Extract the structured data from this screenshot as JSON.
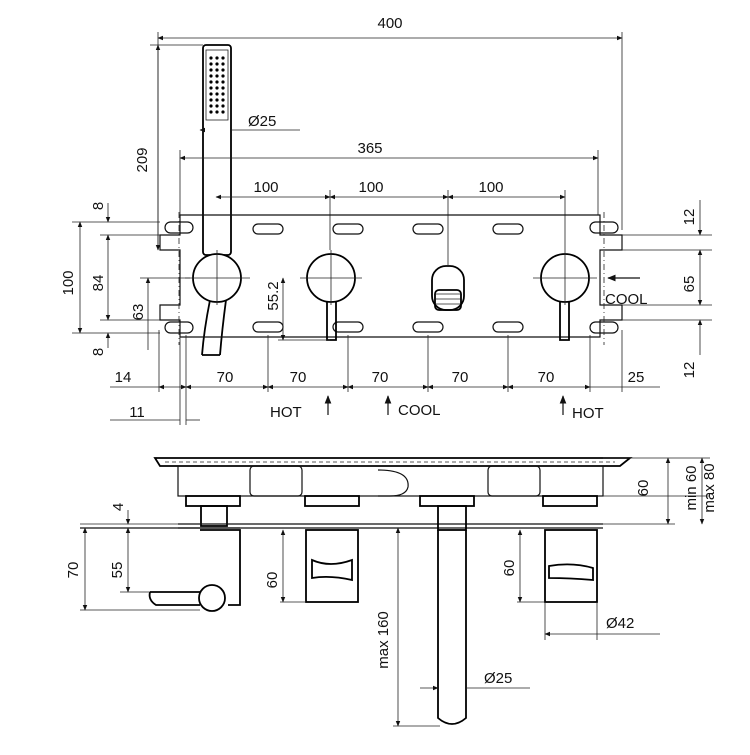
{
  "plan": {
    "overall_width": "400",
    "plate_width": "365",
    "spacing_1": "100",
    "spacing_2": "100",
    "spacing_3": "100",
    "diameter_handshower": "Ø25",
    "height_209": "209",
    "left_8_top": "8",
    "left_100": "100",
    "left_84": "84",
    "left_63": "63",
    "left_8_bottom": "8",
    "offset_55_2": "55.2",
    "right_12_top": "12",
    "right_65": "65",
    "right_12_bottom": "12",
    "bottom_14": "14",
    "bottom_70_a": "70",
    "bottom_70_b": "70",
    "bottom_70_c": "70",
    "bottom_70_d": "70",
    "bottom_70_e": "70",
    "bottom_25": "25",
    "bottom_11": "11",
    "label_cool_right": "COOL",
    "label_hot_left": "HOT",
    "label_cool_center": "COOL",
    "label_hot_right": "HOT"
  },
  "elevation": {
    "depth_min_60": "min 60",
    "depth_max_80": "max 80",
    "depth_60_right": "60",
    "left_4": "4",
    "left_70": "70",
    "left_55": "55",
    "handle_60_left": "60",
    "handle_60_right": "60",
    "spout_max_160": "max 160",
    "spout_diameter": "Ø25",
    "handle_diameter": "Ø42"
  }
}
